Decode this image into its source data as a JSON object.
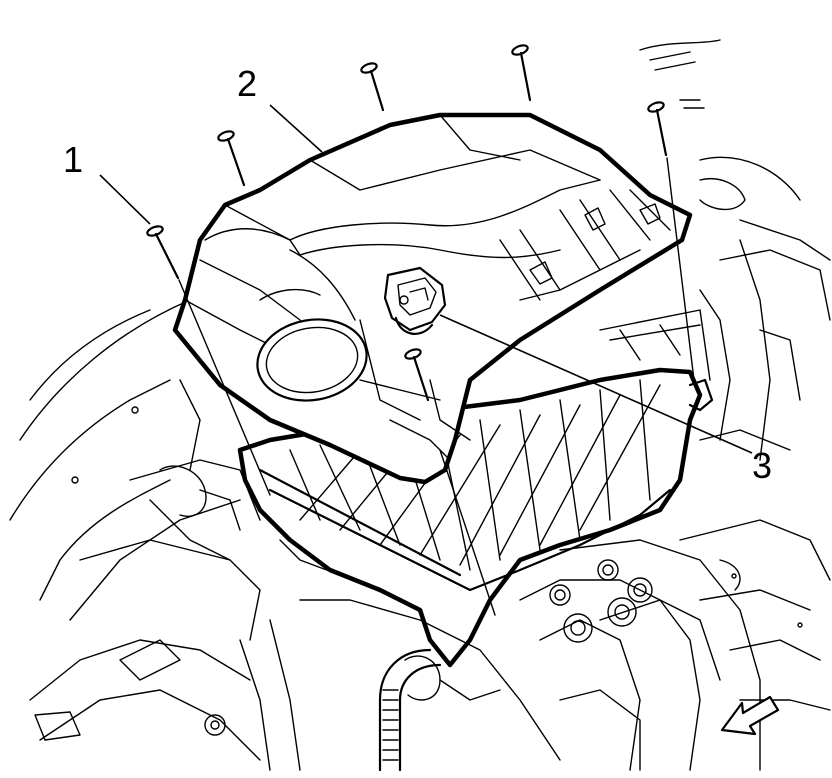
{
  "callouts": [
    {
      "id": "1",
      "label": "1"
    },
    {
      "id": "2",
      "label": "2"
    },
    {
      "id": "3",
      "label": "3"
    }
  ],
  "colors": {
    "line": "#000000",
    "background": "#ffffff"
  },
  "icons": [
    "screw-icon",
    "direction-arrow-icon"
  ]
}
